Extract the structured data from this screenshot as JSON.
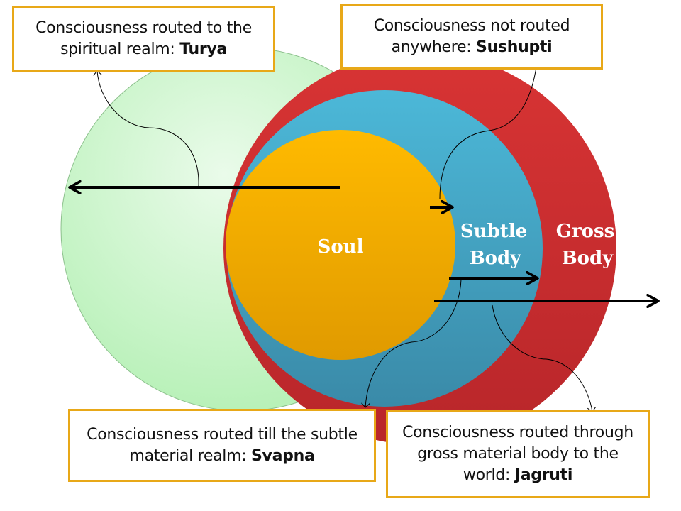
{
  "diagram": {
    "regions": {
      "spiritual": {
        "color": "#d8f8d8"
      },
      "gross_body": {
        "label_line1": "Gross",
        "label_line2": "Body",
        "color": "#d03232"
      },
      "subtle_body": {
        "label_line1": "Subtle",
        "label_line2": "Body",
        "color": "#46afd0"
      },
      "soul": {
        "label": "Soul",
        "color": "#f6b000"
      }
    },
    "callouts": {
      "turya": {
        "text": "Consciousness routed to the spiritual realm: ",
        "state": "Turya"
      },
      "sushupti": {
        "text": "Consciousness not routed anywhere: ",
        "state": "Sushupti"
      },
      "svapna": {
        "text": "Consciousness routed till the subtle material realm: ",
        "state": "Svapna"
      },
      "jagruti": {
        "text": "Consciousness routed through gross material body to the world: ",
        "state": "Jagruti"
      }
    },
    "accent_color": "#e8a818"
  }
}
